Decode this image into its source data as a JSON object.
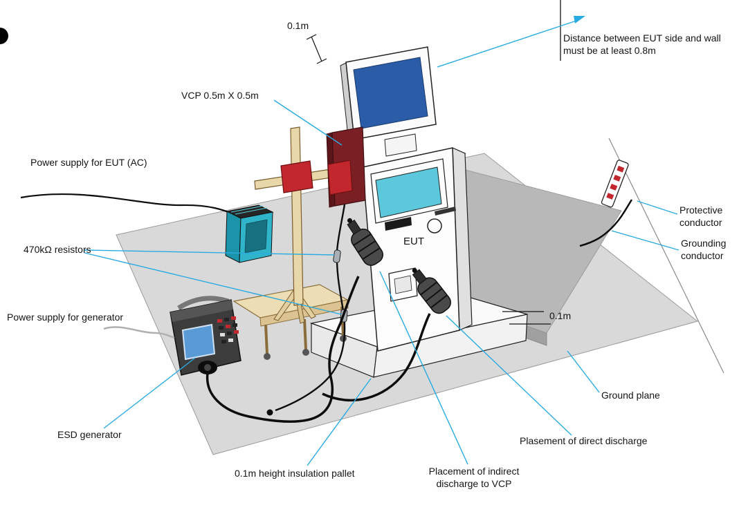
{
  "figure": {
    "name": "ESD immunity test setup diagram",
    "colors": {
      "leader": "#29abe2",
      "ground_plane": "#d9d9d9",
      "platform": "#b8b8b8",
      "monitor_screen": "#2a5ca8",
      "kiosk_screen": "#5bc8dc",
      "vcp_plate": "#7a1f24",
      "clamp_red": "#c1272d",
      "wood": "#e8d7a8",
      "power_supply_teal": "#2fb4c9",
      "generator_body": "#3c3c3c",
      "generator_screen": "#5b9bd5",
      "cable": "#0d0d0d"
    },
    "labels": {
      "dim_top": "0.1m",
      "wall_distance": "Distance between EUT side and wall must be at least 0.8m",
      "vcp": "VCP 0.5m X 0.5m",
      "power_supply_eut": "Power supply for EUT (AC)",
      "resistors": "470kΩ resistors",
      "protective_conductor": "Protective conductor",
      "grounding_conductor": "Grounding conductor",
      "eut": "EUT",
      "power_supply_generator": "Power supply for generator",
      "dim_right": "0.1m",
      "ground_plane": "Ground plane",
      "esd_generator": "ESD generator",
      "insulation_pallet": "0.1m height insulation pallet",
      "indirect_discharge": "Placement of indirect discharge to VCP",
      "direct_discharge": "Plasement of direct discharge"
    }
  }
}
